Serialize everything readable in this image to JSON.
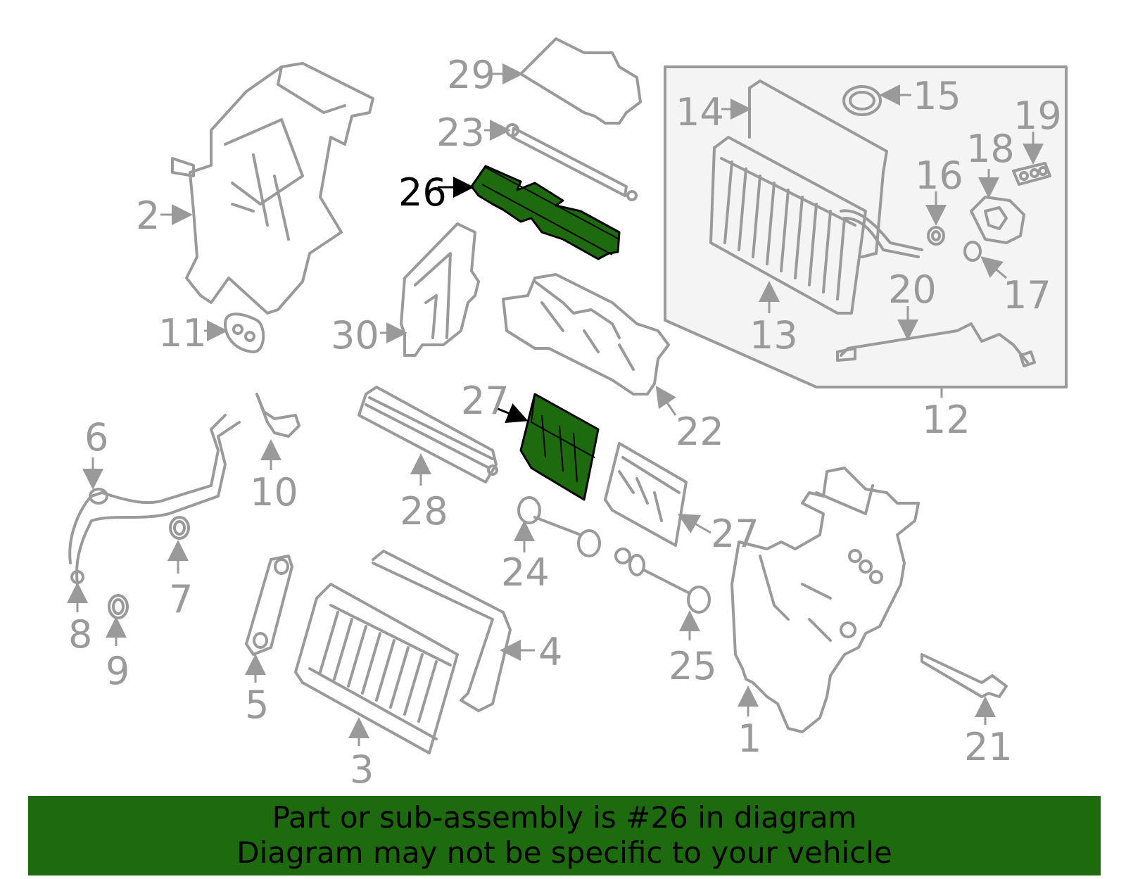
{
  "banner": {
    "line1": "Part or sub-assembly is #26 in diagram",
    "line2": "Diagram may not be specific to your vehicle"
  },
  "callouts": {
    "c1": "1",
    "c2": "2",
    "c3": "3",
    "c4": "4",
    "c5": "5",
    "c6": "6",
    "c7": "7",
    "c8": "8",
    "c9": "9",
    "c10": "10",
    "c11": "11",
    "c12": "12",
    "c13": "13",
    "c14": "14",
    "c15": "15",
    "c16": "16",
    "c17": "17",
    "c18": "18",
    "c19": "19",
    "c20": "20",
    "c21": "21",
    "c22": "22",
    "c23": "23",
    "c24": "24",
    "c25": "25",
    "c26": "26",
    "c27a": "27",
    "c27b": "27",
    "c28": "28",
    "c29": "29",
    "c30": "30"
  },
  "colors": {
    "highlight": "#1e6b0f",
    "line": "#9a9a9a"
  }
}
